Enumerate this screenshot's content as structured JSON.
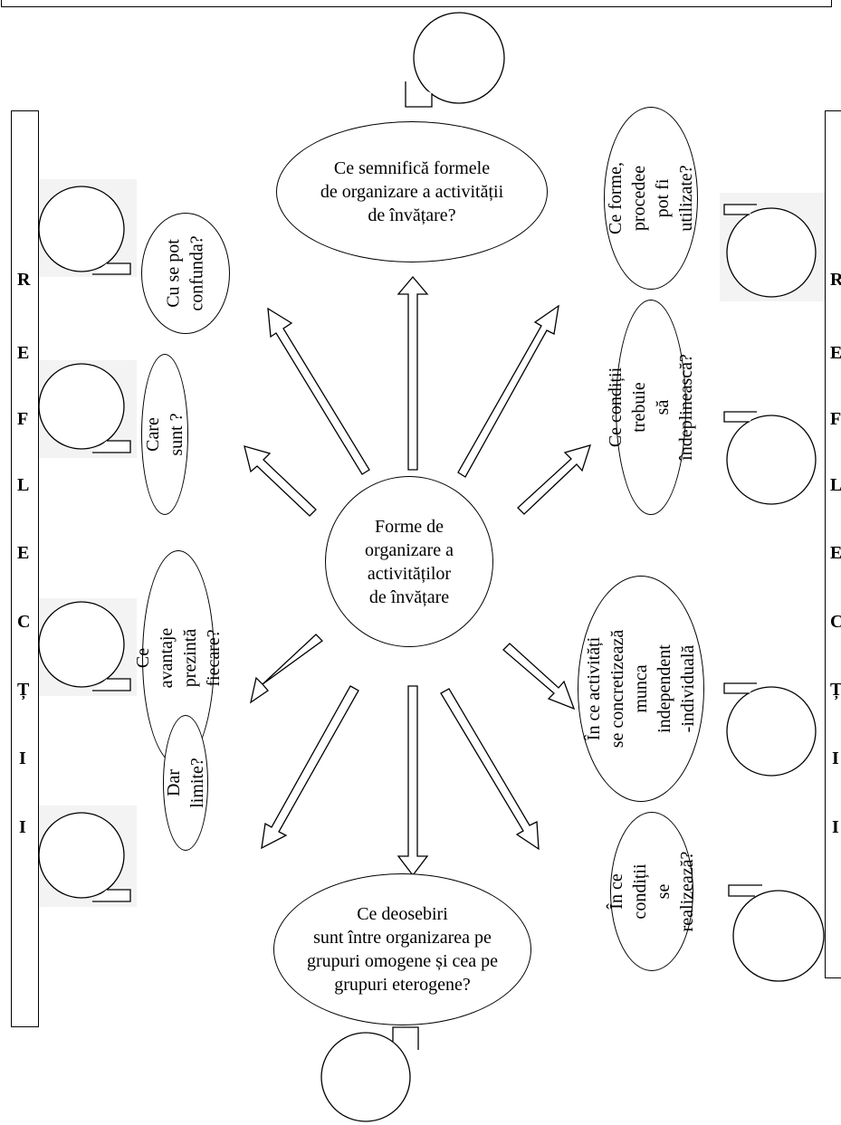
{
  "center": {
    "text": "Forme de\norganizare a\nactivităților\nde învățare"
  },
  "questions": {
    "top": "Ce semnifică formele\nde organizare a activității\nde învățare?",
    "bottom": "Ce deosebiri\nsunt între organizarea pe\ngrupuri omogene și cea pe\ngrupuri eterogene?",
    "left_1": "Cu se pot\nconfunda?",
    "left_2": "Care sunt ?",
    "left_3": "Ce avantaje\nprezintă fiecare?",
    "left_4": "Dar limite?",
    "right_1": "Ce forme,\nprocedee pot fi\nutilizate?",
    "right_2": "Ce condiții trebuie\nsă îndeplinească?",
    "right_3": "În ce activități\nse concretizează\nmunca independent\n-individuală",
    "right_4": "În ce condiții\nse realizează?"
  },
  "side_letters_left": [
    "R",
    "E",
    "F",
    "L",
    "E",
    "C",
    "Ț",
    "I",
    "I"
  ],
  "side_letters_right": [
    "R",
    "E",
    "F",
    "L",
    "E",
    "C",
    "Ț",
    "I",
    "I"
  ]
}
